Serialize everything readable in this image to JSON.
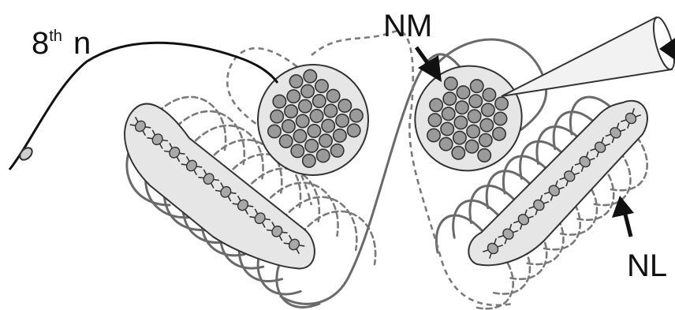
{
  "labels": {
    "nerve_main": "8",
    "nerve_sup": "th",
    "nerve_suffix": "n",
    "nm": "NM",
    "nl": "NL"
  },
  "colors": {
    "ink": "#111111",
    "axon_gray": "#6a6a6a",
    "dash_gray": "#7a7a7a",
    "nucleus_fill": "#e6e6e6",
    "cell_fill": "#9a9a9a",
    "electrode_fill": "#f2f2f2"
  },
  "icons": {
    "arrow": "arrow-icon",
    "electrode": "electrode-icon",
    "ganglion": "ganglion-icon"
  }
}
